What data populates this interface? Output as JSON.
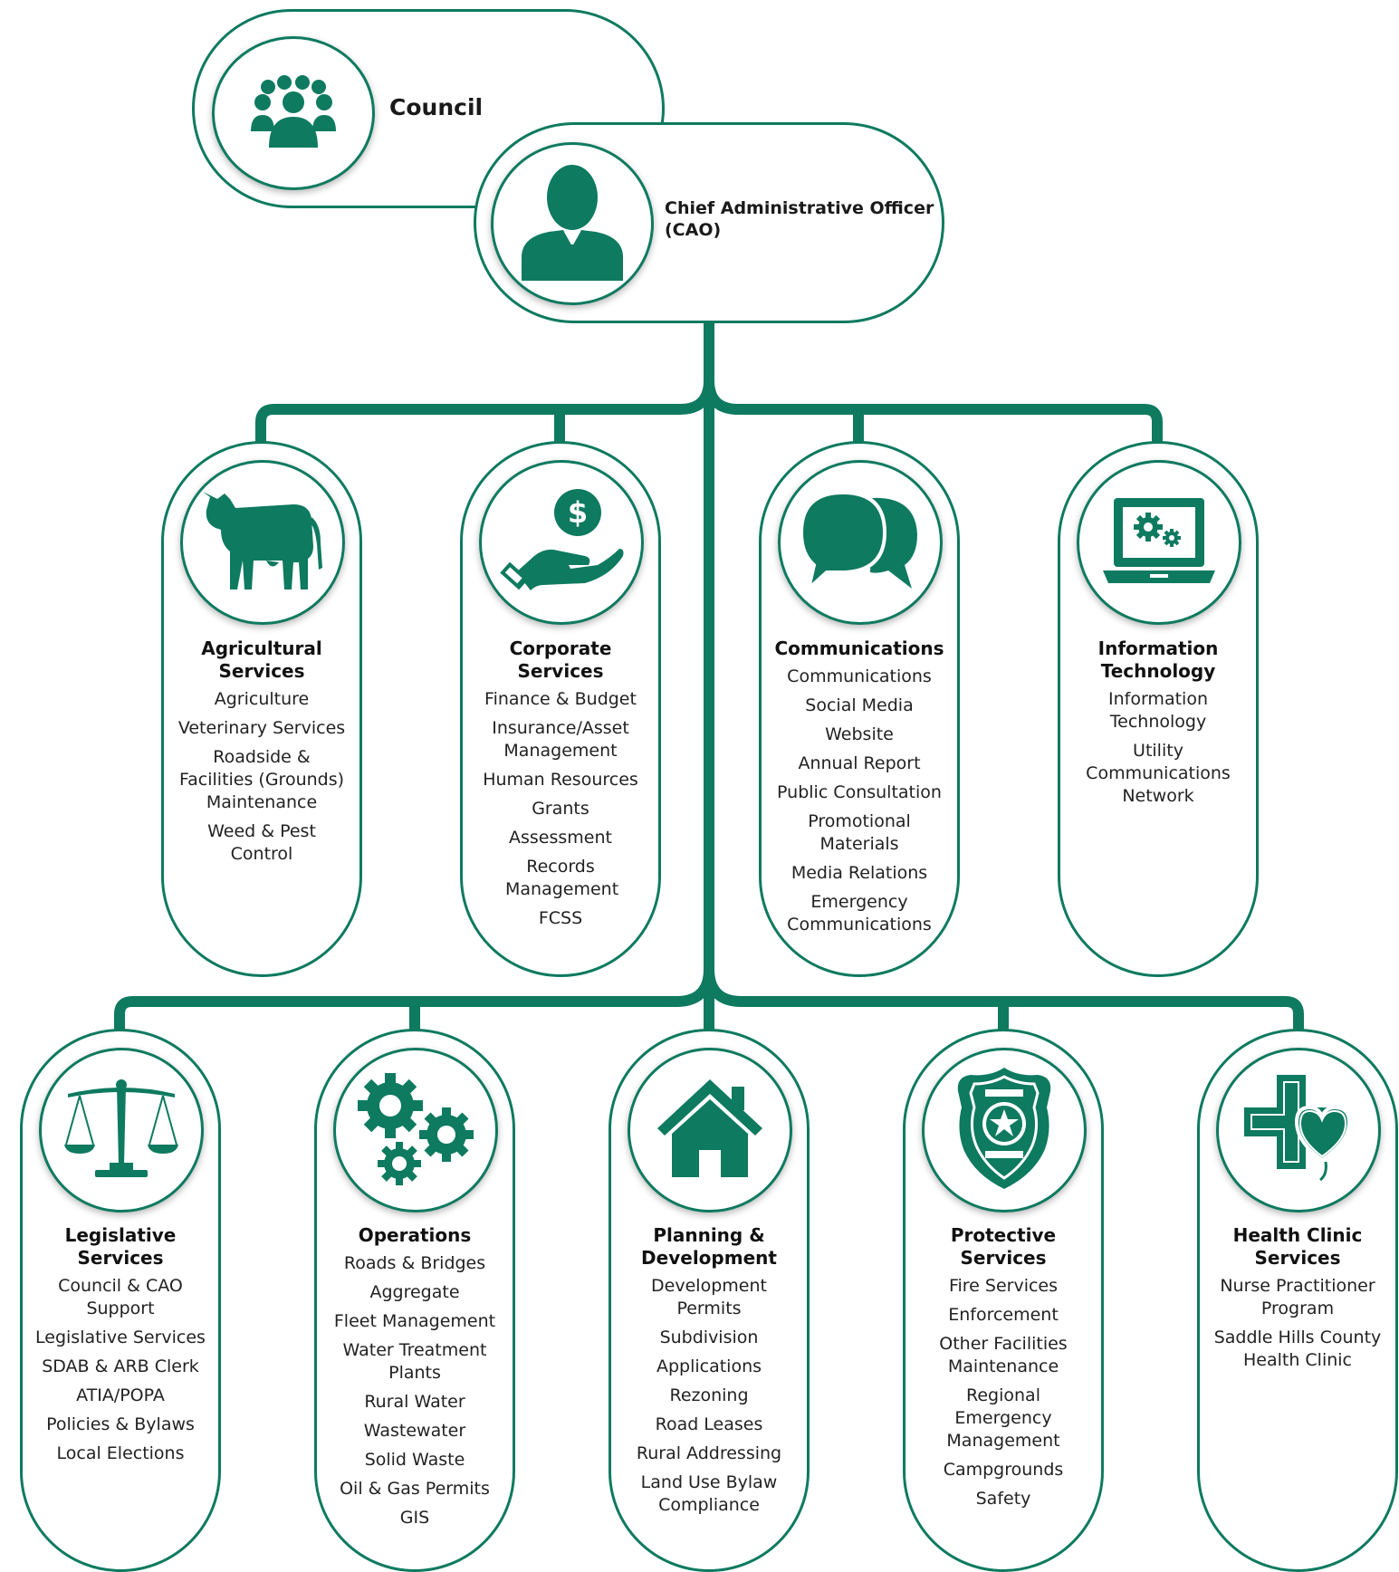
{
  "colors": {
    "accent": "#0e7a60",
    "text": "#231f20"
  },
  "council": {
    "title": "Council",
    "icon": "people-group-icon"
  },
  "cao": {
    "title_line1": "Chief Administrative Officer",
    "title_line2": "(CAO)",
    "icon": "businessman-icon"
  },
  "row1": [
    {
      "title": [
        "Agricultural",
        "Services"
      ],
      "icon": "cow-icon",
      "items": [
        "Agriculture",
        "Veterinary Services",
        "Roadside & Facilities (Grounds) Maintenance",
        "Weed & Pest Control"
      ]
    },
    {
      "title": [
        "Corporate",
        "Services"
      ],
      "icon": "hand-dollar-icon",
      "items": [
        "Finance & Budget",
        "Insurance/Asset Management",
        "Human Resources",
        "Grants",
        "Assessment",
        "Records Management",
        "FCSS"
      ]
    },
    {
      "title": [
        "Communications"
      ],
      "icon": "speech-bubbles-icon",
      "items": [
        "Communications",
        "Social Media",
        "Website",
        "Annual Report",
        "Public Consultation",
        "Promotional Materials",
        "Media Relations",
        "Emergency Communications"
      ]
    },
    {
      "title": [
        "Information",
        "Technology"
      ],
      "icon": "laptop-gears-icon",
      "items": [
        "Information Technology",
        "Utility Communications Network"
      ]
    }
  ],
  "row2": [
    {
      "title": [
        "Legislative",
        "Services"
      ],
      "icon": "scales-icon",
      "items": [
        "Council & CAO Support",
        "Legislative Services",
        "SDAB & ARB Clerk",
        "ATIA/POPA",
        "Policies & Bylaws",
        "Local Elections"
      ]
    },
    {
      "title": [
        "Operations"
      ],
      "icon": "gears-icon",
      "items": [
        "Roads & Bridges",
        "Aggregate",
        "Fleet Management",
        "Water Treatment Plants",
        "Rural Water",
        "Wastewater",
        "Solid Waste",
        "Oil & Gas Permits",
        "GIS"
      ]
    },
    {
      "title": [
        "Planning &",
        "Development"
      ],
      "icon": "house-icon",
      "items": [
        "Development Permits",
        "Subdivision",
        "Applications",
        "Rezoning",
        "Road Leases",
        "Rural Addressing",
        "Land Use Bylaw Compliance"
      ]
    },
    {
      "title": [
        "Protective",
        "Services"
      ],
      "icon": "badge-icon",
      "items": [
        "Fire Services",
        "Enforcement",
        "Other Facilities Maintenance",
        "Regional Emergency Management",
        "Campgrounds",
        "Safety"
      ]
    },
    {
      "title": [
        "Health Clinic",
        "Services"
      ],
      "icon": "medical-cross-heart-icon",
      "items": [
        "Nurse Practitioner Program",
        "Saddle Hills County Health Clinic"
      ]
    }
  ]
}
